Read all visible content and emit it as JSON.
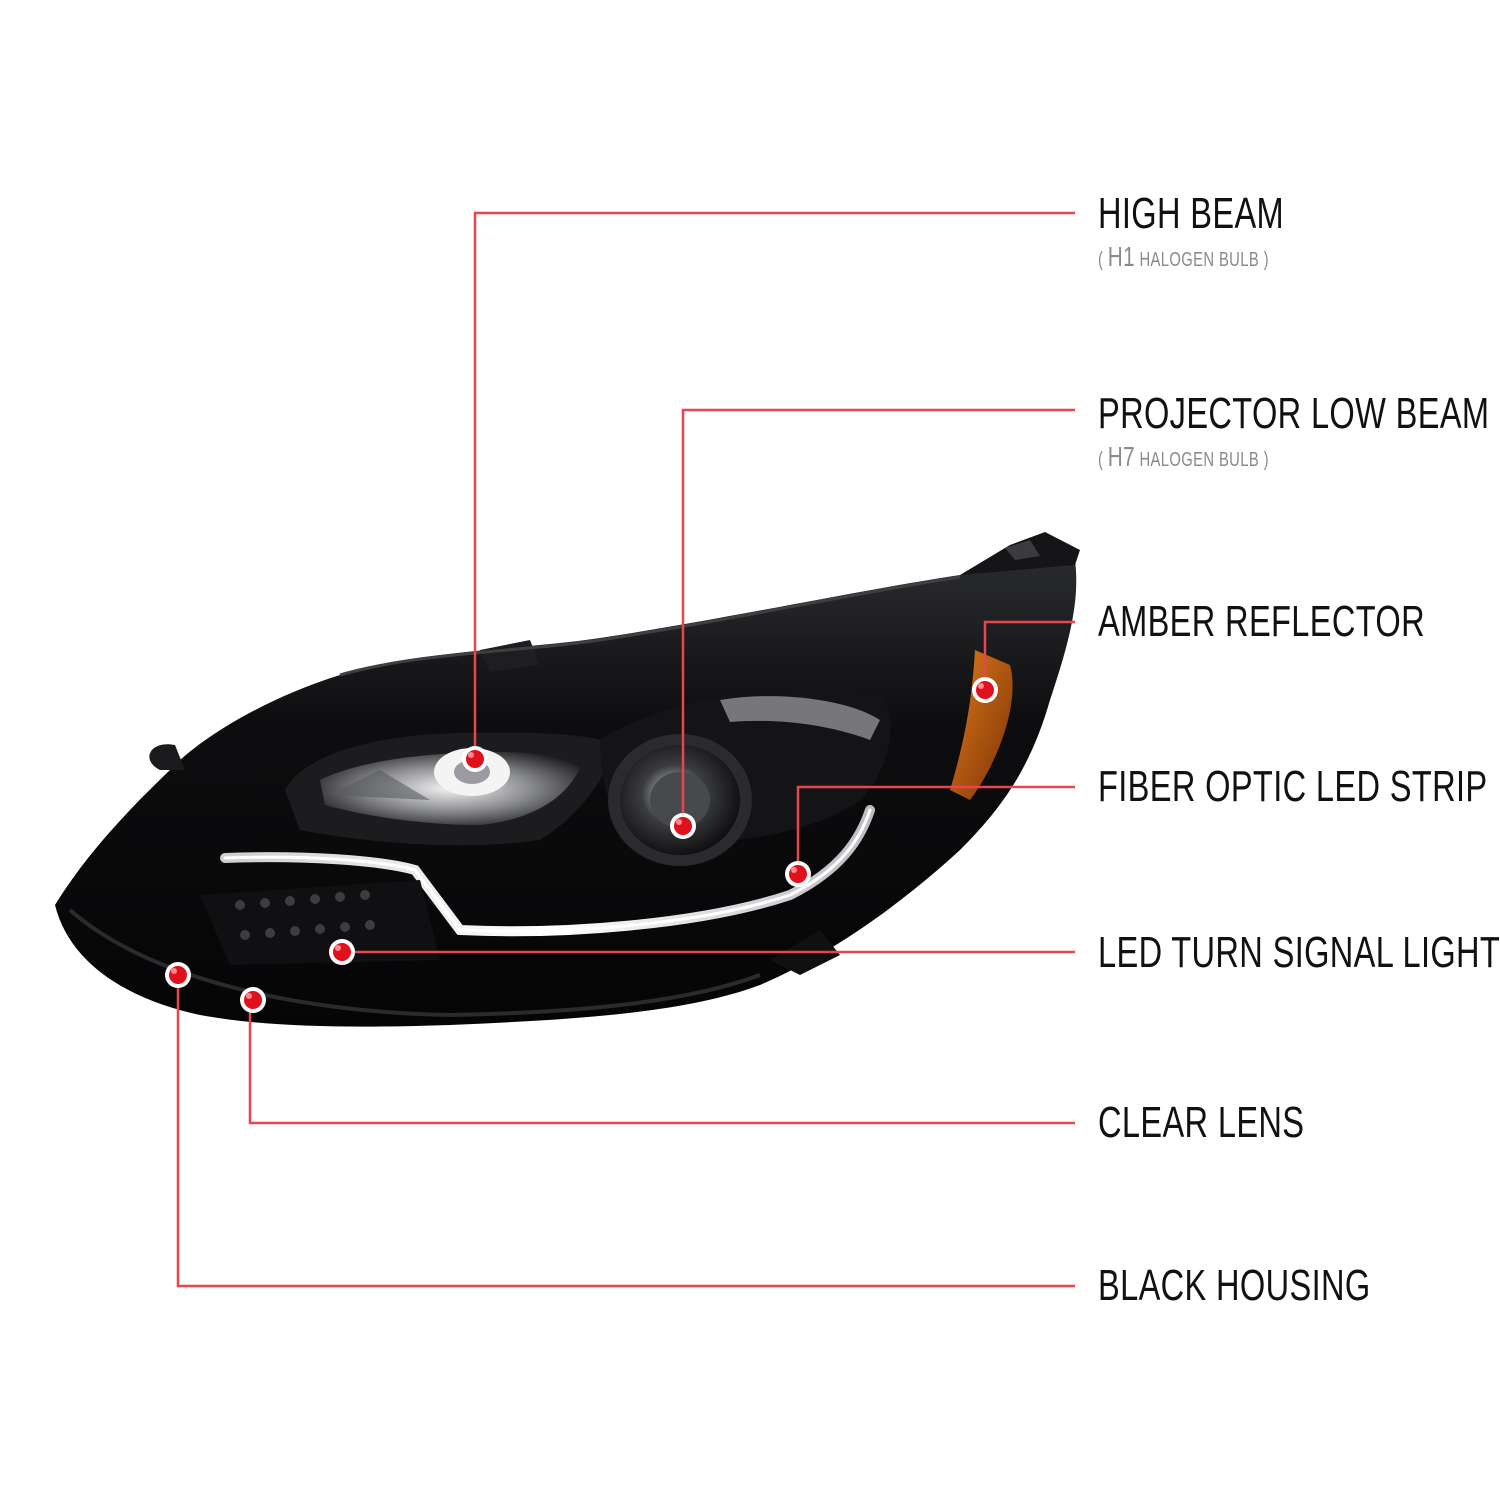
{
  "colors": {
    "callout_line": "#e8454d",
    "callout_dot": "#e0101c",
    "label_main": "#111111",
    "label_sub": "#8a8a8a",
    "housing": "#0b0b0c",
    "amber": "#c8600e"
  },
  "callouts": [
    {
      "id": "high-beam",
      "title": "HIGH BEAM",
      "sub_open": "( ",
      "sub_bulb": "H1",
      "sub_text": " HALOGEN BULB",
      "sub_close": " )"
    },
    {
      "id": "projector-low-beam",
      "title": "PROJECTOR LOW BEAM",
      "sub_open": "( ",
      "sub_bulb": "H7",
      "sub_text": " HALOGEN BULB",
      "sub_close": " )"
    },
    {
      "id": "amber-reflector",
      "title": "AMBER REFLECTOR"
    },
    {
      "id": "fiber-optic-led-strip",
      "title": "FIBER OPTIC LED STRIP"
    },
    {
      "id": "led-turn-signal-light",
      "title": "LED TURN SIGNAL LIGHT"
    },
    {
      "id": "clear-lens",
      "title": "CLEAR LENS"
    },
    {
      "id": "black-housing",
      "title": "BLACK HOUSING"
    }
  ]
}
